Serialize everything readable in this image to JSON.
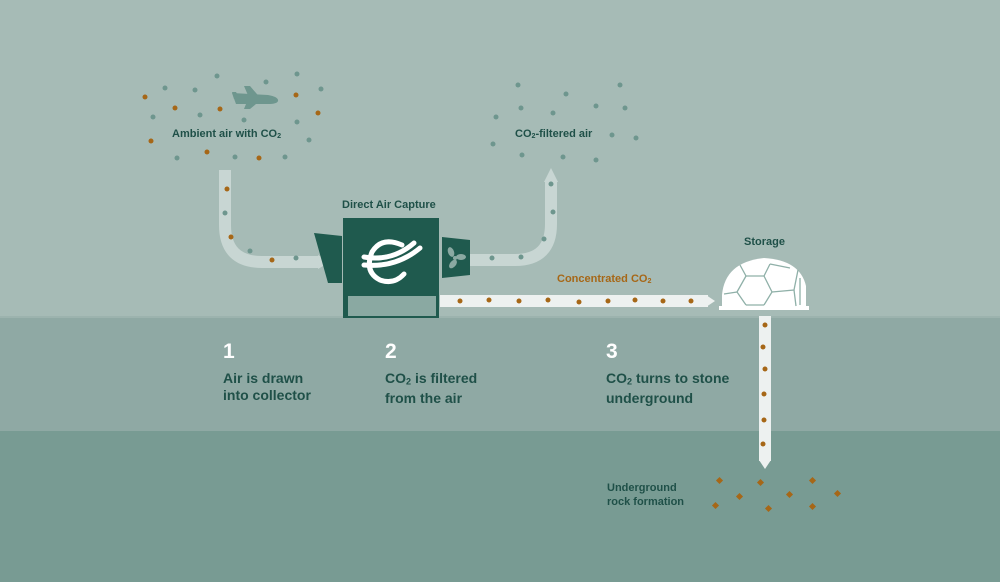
{
  "labels": {
    "ambient_air": "Ambient air with CO",
    "ambient_air_sub": "2",
    "filtered_air_prefix": "CO",
    "filtered_air_sub": "2",
    "filtered_air_suffix": "-filtered air",
    "dac": "Direct Air Capture",
    "storage": "Storage",
    "concentrated_prefix": "Concentrated CO",
    "concentrated_sub": "2",
    "rock_line1": "Underground",
    "rock_line2": "rock formation"
  },
  "steps": [
    {
      "number": "1",
      "line1": "Air is drawn",
      "line2": "into collector"
    },
    {
      "number": "2",
      "line1_prefix": "CO",
      "line1_sub": "2",
      "line1_suffix": " is filtered",
      "line2": "from the air"
    },
    {
      "number": "3",
      "line1_prefix": "CO",
      "line1_sub": "2",
      "line1_suffix": " turns to stone",
      "line2": "underground"
    }
  ],
  "icons": [
    "airplane-icon",
    "climeworks-logo-icon",
    "fan-icon",
    "geodesic-dome-icon"
  ],
  "colors": {
    "sky": "#a6bbb6",
    "mid_ground": "#8fa9a4",
    "deep_ground": "#789b93",
    "dark_green": "#1f5a4e",
    "co2_orange": "#a66717",
    "air_dot": "#6e968e",
    "pipe": "#edf1f0"
  }
}
